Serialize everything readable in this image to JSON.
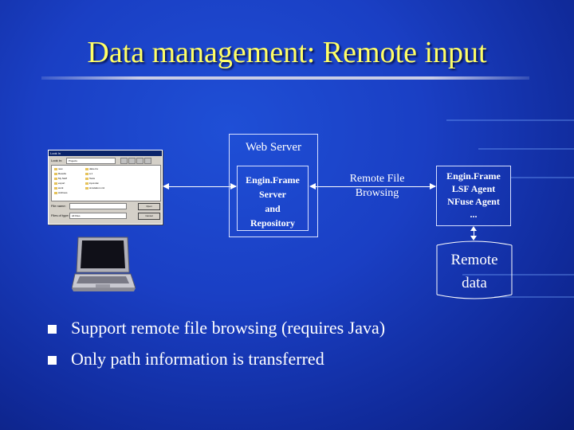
{
  "title": "Data management: Remote input",
  "diagram": {
    "web_server": "Web Server",
    "enginframe_server": [
      "Engin.Frame",
      "Server",
      "and",
      "Repository"
    ],
    "remote_file_browsing": [
      "Remote File",
      "Browsing"
    ],
    "agent": [
      "Engin.Frame",
      "LSF Agent",
      "NFuse Agent",
      "..."
    ],
    "remote_data": [
      "Remote",
      "data"
    ]
  },
  "file_dialog": {
    "title": "Look In",
    "look_in_label": "Look in:",
    "look_in_value": "Projects",
    "left_items": [
      "new",
      "Results",
      "My Stuff",
      "export",
      "work",
      "Archives"
    ],
    "right_items": [
      "data.csv",
      "a.1",
      "Tests",
      "input.dat",
      "simulation.xml"
    ],
    "file_name_label": "File name:",
    "files_of_type_label": "Files of type:",
    "files_of_type_value": "All Files",
    "open_button": "Open",
    "cancel_button": "Cancel"
  },
  "bullets": [
    "Support remote file browsing (requires Java)",
    "Only path information is transferred"
  ],
  "colors": {
    "background": "#1a3fc4",
    "title": "#ffff66",
    "text": "#ffffff"
  }
}
